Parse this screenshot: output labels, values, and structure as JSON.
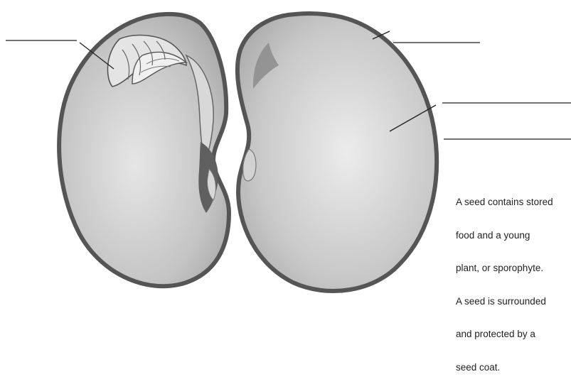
{
  "caption": {
    "lines": [
      "A seed contains stored",
      "food and a young",
      "plant, or sporophyte.",
      "A seed is surrounded",
      "and protected by a",
      "seed coat."
    ]
  },
  "label_lines": {
    "count": 4,
    "note_blank": ""
  },
  "colors": {
    "seed_coat": "#5a5a5a",
    "seed_fill": "#c9c9c9",
    "embryo_fill": "#e2e2e2",
    "leader_line": "#222222"
  }
}
